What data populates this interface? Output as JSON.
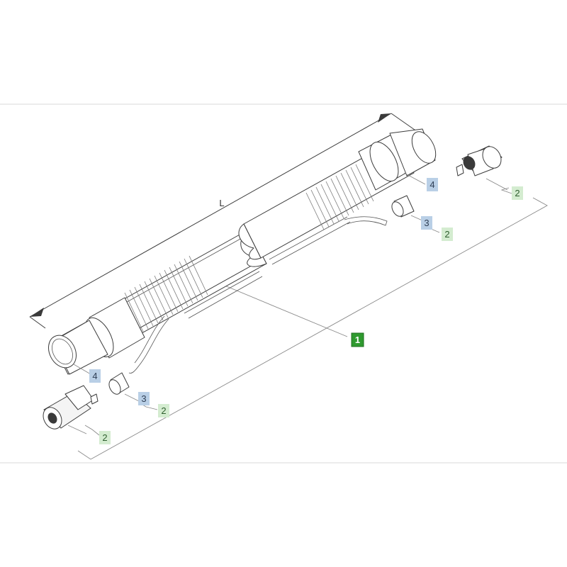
{
  "dimension_label": "L",
  "callouts": {
    "assembly": {
      "number": "1",
      "fill": "#2f9a2f",
      "text_color": "#ffffff",
      "border": "#1f6f1f"
    },
    "hose_end_left": {
      "number": "4",
      "fill": "#b9cfe6",
      "text_color": "#2f3f55"
    },
    "hose_end_right": {
      "number": "4",
      "fill": "#b9cfe6",
      "text_color": "#2f3f55"
    },
    "nut_left": {
      "number": "3",
      "fill": "#b9cfe6",
      "text_color": "#2f3f55"
    },
    "nut_right": {
      "number": "3",
      "fill": "#b9cfe6",
      "text_color": "#2f3f55"
    },
    "nut_left_sub": {
      "number": "2",
      "fill": "#d4ecd0",
      "text_color": "#2f5f2f"
    },
    "nut_right_sub": {
      "number": "2",
      "fill": "#d4ecd0",
      "text_color": "#2f5f2f"
    },
    "coupling_left": {
      "number": "2",
      "fill": "#d4ecd0",
      "text_color": "#2f5f2f"
    },
    "coupling_right": {
      "number": "2",
      "fill": "#d4ecd0",
      "text_color": "#2f5f2f"
    }
  }
}
